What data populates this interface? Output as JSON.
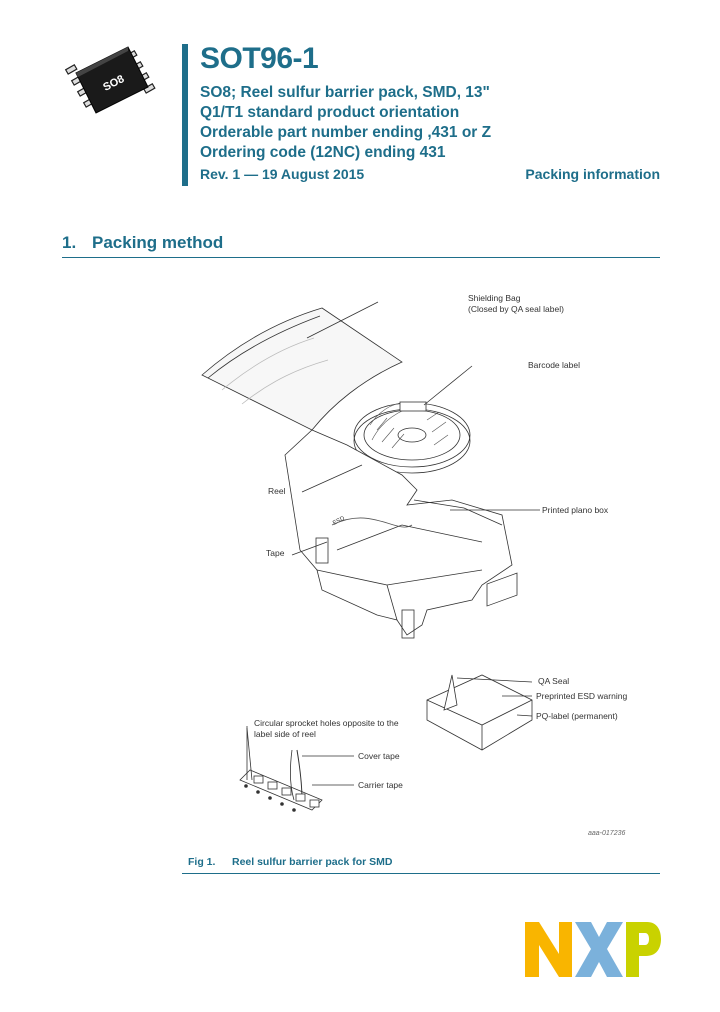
{
  "header": {
    "title": "SOT96-1",
    "subtitle_lines": [
      "SO8; Reel sulfur barrier pack, SMD, 13\"",
      "Q1/T1 standard product orientation",
      "Orderable part number ending ,431 or Z",
      "Ordering code (12NC) ending 431"
    ],
    "revision": "Rev. 1 — 19 August 2015",
    "doc_type": "Packing information",
    "chip_marking": "SO8"
  },
  "section": {
    "number": "1.",
    "title": "Packing method"
  },
  "figure": {
    "labels": {
      "shielding_bag_1": "Shielding Bag",
      "shielding_bag_2": "(Closed by QA seal label)",
      "barcode": "Barcode label",
      "reel": "Reel",
      "printed_box": "Printed plano box",
      "tape": "Tape",
      "qa_seal": "QA Seal",
      "esd_warning": "Preprinted ESD warning",
      "pq_label": "PQ-label (permanent)",
      "sprocket_1": "Circular sprocket holes opposite to the",
      "sprocket_2": "label side of reel",
      "cover_tape": "Cover tape",
      "carrier_tape": "Carrier tape",
      "reference": "aaa-017236"
    },
    "caption_number": "Fig 1.",
    "caption_text": "Reel sulfur barrier pack for SMD"
  },
  "logo": {
    "text": "NXP",
    "colors": [
      "#f9b500",
      "#7bb1db",
      "#c9d200"
    ]
  },
  "colors": {
    "accent": "#1e6e8a"
  }
}
